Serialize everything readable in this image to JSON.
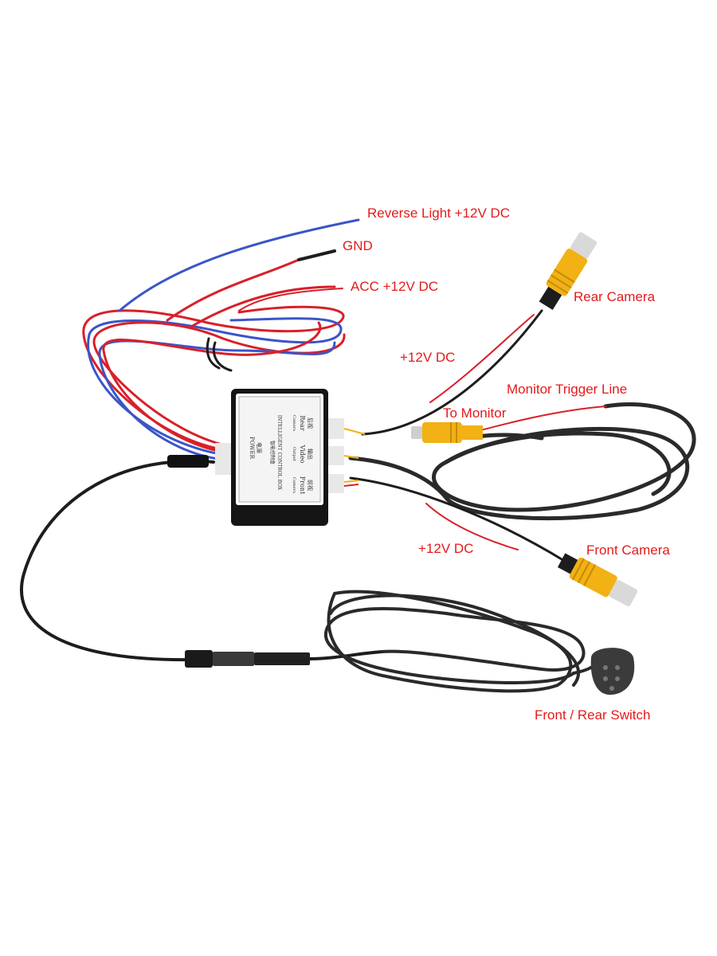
{
  "labels": {
    "reverse_light": "Reverse Light +12V DC",
    "gnd": "GND",
    "acc": "ACC +12V DC",
    "rear_camera": "Rear Camera",
    "rear_12v": "+12V DC",
    "monitor_trigger": "Monitor Trigger Line",
    "to_monitor": "To Monitor",
    "front_12v": "+12V DC",
    "front_camera": "Front Camera",
    "switch": "Front / Rear Switch"
  },
  "control_box": {
    "title_en": "INTELLIGENT CONTROL BOX",
    "title_cn": "智能控制盒",
    "power_cn": "电源",
    "power_en": "POWER",
    "rear_cn": "后视",
    "rear_en": "Rear",
    "rear_sub": "Camera",
    "video_cn": "输出",
    "video_en": "Video",
    "video_sub": "Output",
    "front_cn": "前视",
    "front_en": "Front",
    "front_sub": "Camera"
  },
  "colors": {
    "label": "#e31b1b",
    "red_wire": "#d8202a",
    "blue_wire": "#3a55c8",
    "black_wire": "#1d1d1d",
    "cable": "#2a2a2a",
    "rca_yellow": "#f2b114",
    "box": "#151515"
  }
}
